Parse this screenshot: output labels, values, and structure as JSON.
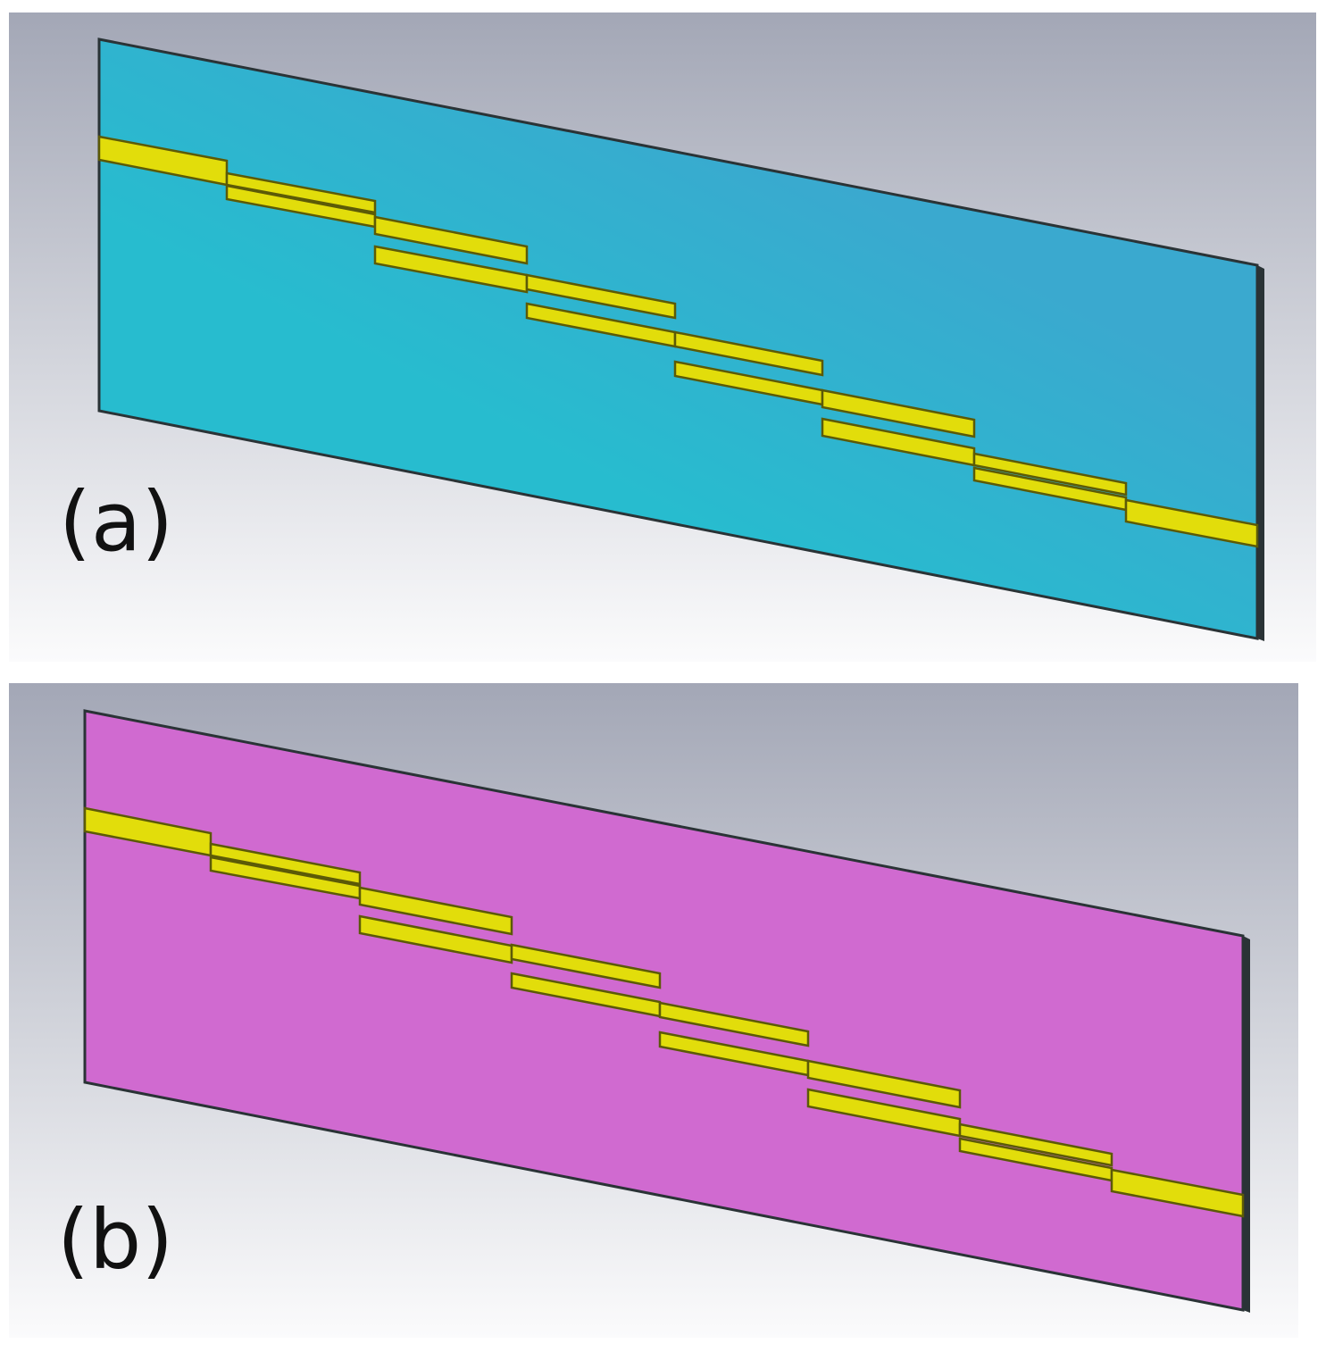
{
  "panels": [
    {
      "id": "a",
      "label": "(a)",
      "substrate_color": "#27bccf",
      "substrate_shade": "#3aa9cf"
    },
    {
      "id": "b",
      "label": "(b)",
      "substrate_color": "#d06ad0",
      "substrate_shade": "#c865d0"
    }
  ],
  "colors": {
    "background_top": "#a3a7b6",
    "background_bottom": "#ffffff",
    "conductor": "#e2dd0b",
    "conductor_edge": "#5c5a07",
    "substrate_edge": "#2a3336"
  }
}
